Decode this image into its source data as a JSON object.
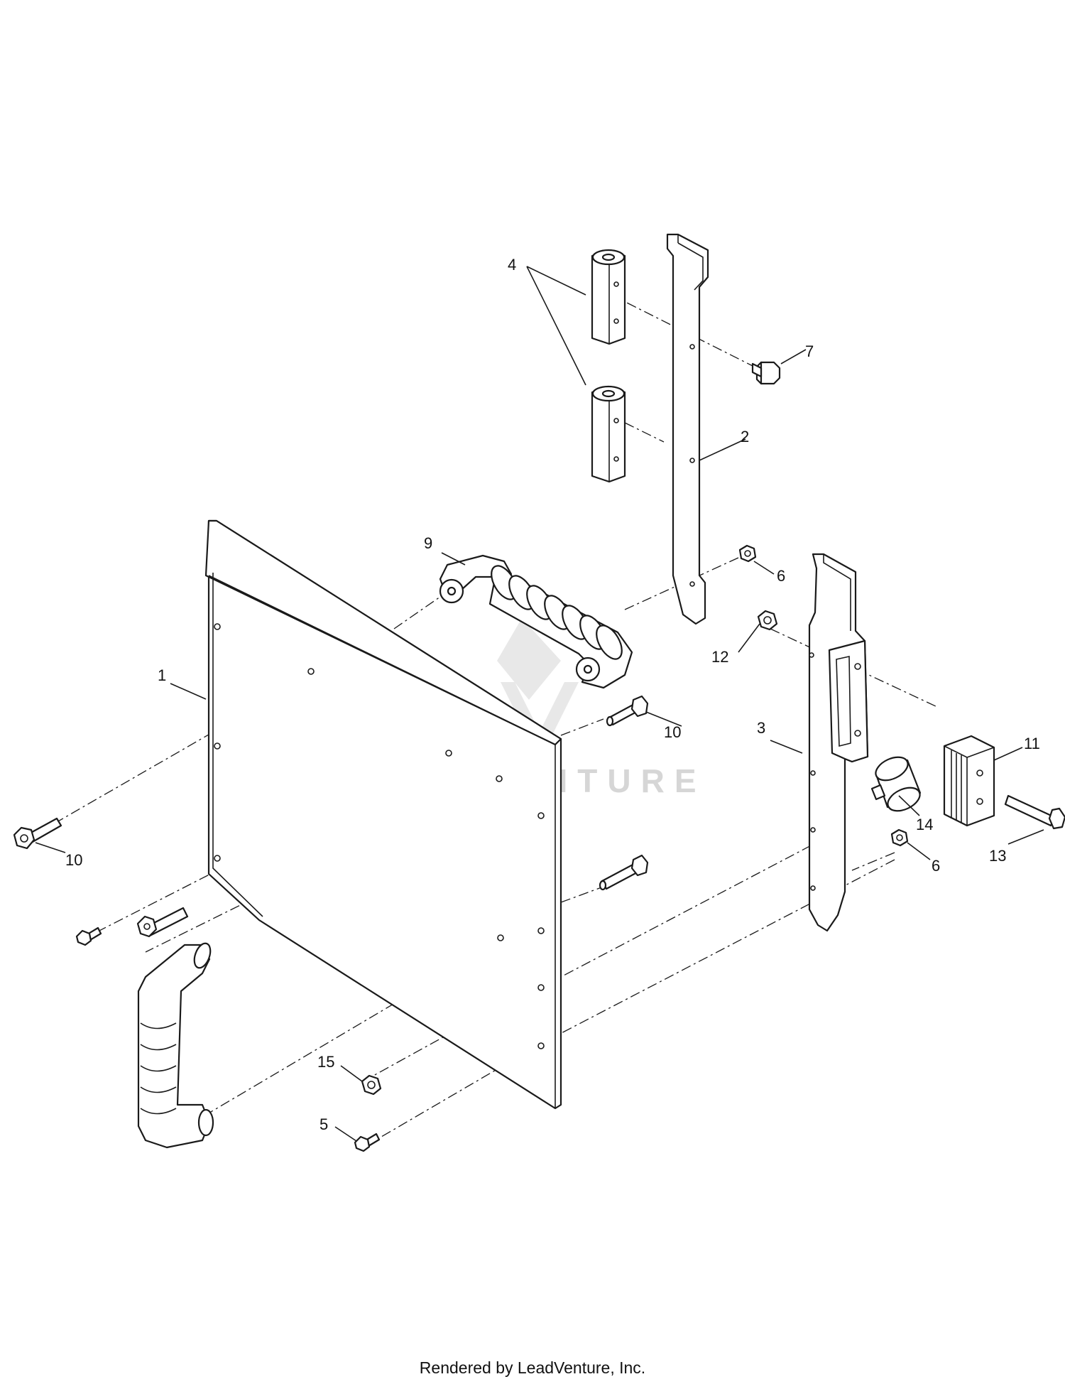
{
  "callouts": {
    "c1": "1",
    "c2": "2",
    "c3": "3",
    "c4": "4",
    "c5": "5",
    "c6a": "6",
    "c6b": "6",
    "c7": "7",
    "c9": "9",
    "c10a": "10",
    "c10b": "10",
    "c11": "11",
    "c12": "12",
    "c13": "13",
    "c14": "14",
    "c15": "15"
  },
  "watermark": {
    "text": "LEADVENTURE"
  },
  "footer": {
    "text": "Rendered by LeadVenture, Inc."
  },
  "colors": {
    "line": "#1a1a1a",
    "watermark": "#d6d6d6"
  }
}
